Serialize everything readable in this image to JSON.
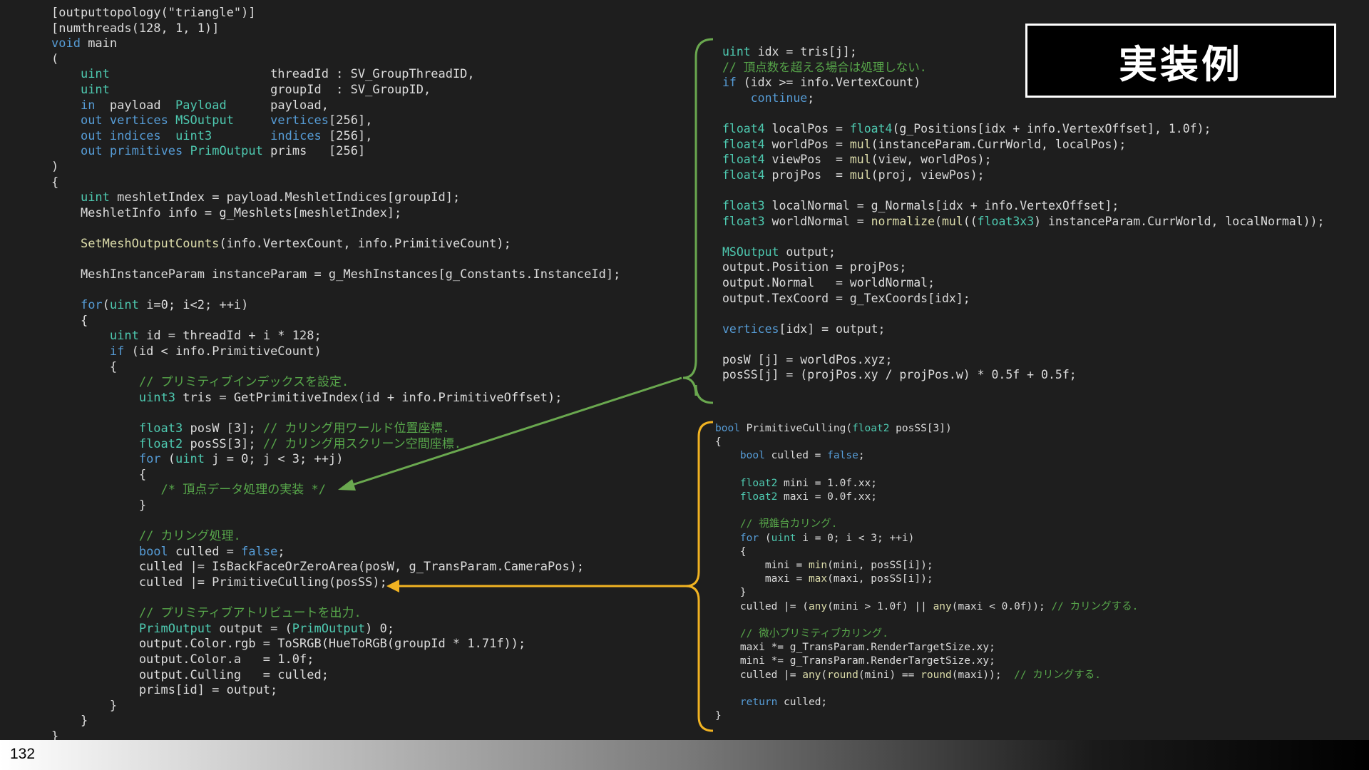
{
  "slide": {
    "title": "実装例",
    "page_number": "132"
  },
  "left_code": [
    "[outputtopology(\"triangle\")]",
    "[numthreads(128, 1, 1)]",
    "void main",
    "(",
    "    uint                      threadId : SV_GroupThreadID,",
    "    uint                      groupId  : SV_GroupID,",
    "    in  payload  Payload      payload,",
    "    out vertices MSOutput     vertices[256],",
    "    out indices  uint3        indices [256],",
    "    out primitives PrimOutput prims   [256]",
    ")",
    "{",
    "    uint meshletIndex = payload.MeshletIndices[groupId];",
    "    MeshletInfo info = g_Meshlets[meshletIndex];",
    "",
    "    SetMeshOutputCounts(info.VertexCount, info.PrimitiveCount);",
    "",
    "    MeshInstanceParam instanceParam = g_MeshInstances[g_Constants.InstanceId];",
    "",
    "    for(uint i=0; i<2; ++i)",
    "    {",
    "        uint id = threadId + i * 128;",
    "        if (id < info.PrimitiveCount)",
    "        {",
    "            // プリミティブインデックスを設定.",
    "            uint3 tris = GetPrimitiveIndex(id + info.PrimitiveOffset);",
    "",
    "            float3 posW [3]; // カリング用ワールド位置座標.",
    "            float2 posSS[3]; // カリング用スクリーン空間座標.",
    "            for (uint j = 0; j < 3; ++j)",
    "            {",
    "               /* 頂点データ処理の実装 */",
    "            }",
    "",
    "            // カリング処理.",
    "            bool culled = false;",
    "            culled |= IsBackFaceOrZeroArea(posW, g_TransParam.CameraPos);",
    "            culled |= PrimitiveCulling(posSS);",
    "",
    "            // プリミティブアトリビュートを出力.",
    "            PrimOutput output = (PrimOutput) 0;",
    "            output.Color.rgb = ToSRGB(HueToRGB(groupId * 1.71f));",
    "            output.Color.a   = 1.0f;",
    "            output.Culling   = culled;",
    "            prims[id] = output;",
    "        }",
    "    }",
    "}"
  ],
  "right_code": [
    "uint idx = tris[j];",
    "// 頂点数を超える場合は処理しない.",
    "if (idx >= info.VertexCount)",
    "    continue;",
    "",
    "float4 localPos = float4(g_Positions[idx + info.VertexOffset], 1.0f);",
    "float4 worldPos = mul(instanceParam.CurrWorld, localPos);",
    "float4 viewPos  = mul(view, worldPos);",
    "float4 projPos  = mul(proj, viewPos);",
    "",
    "float3 localNormal = g_Normals[idx + info.VertexOffset];",
    "float3 worldNormal = normalize(mul((float3x3) instanceParam.CurrWorld, localNormal));",
    "",
    "MSOutput output;",
    "output.Position = projPos;",
    "output.Normal   = worldNormal;",
    "output.TexCoord = g_TexCoords[idx];",
    "",
    "vertices[idx] = output;",
    "",
    "posW [j] = worldPos.xyz;",
    "posSS[j] = (projPos.xy / projPos.w) * 0.5f + 0.5f;"
  ],
  "func_code": [
    "bool PrimitiveCulling(float2 posSS[3])",
    "{",
    "    bool culled = false;",
    "",
    "    float2 mini = 1.0f.xx;",
    "    float2 maxi = 0.0f.xx;",
    "",
    "    // 視錐台カリング.",
    "    for (uint i = 0; i < 3; ++i)",
    "    {",
    "        mini = min(mini, posSS[i]);",
    "        maxi = max(maxi, posSS[i]);",
    "    }",
    "    culled |= (any(mini > 1.0f) || any(maxi < 0.0f)); // カリングする.",
    "",
    "    // 微小プリミティブカリング.",
    "    maxi *= g_TransParam.RenderTargetSize.xy;",
    "    mini *= g_TransParam.RenderTargetSize.xy;",
    "    culled |= any(round(mini) == round(maxi));  // カリングする.",
    "",
    "    return culled;",
    "}"
  ],
  "colors": {
    "background": "#1e1e1e",
    "keyword": "#569cd6",
    "type": "#4ec9b0",
    "comment": "#57a64a",
    "function": "#dcdcaa",
    "text": "#dcdcdc",
    "green_bracket": "#6aa84f",
    "orange_bracket": "#f1b322"
  }
}
